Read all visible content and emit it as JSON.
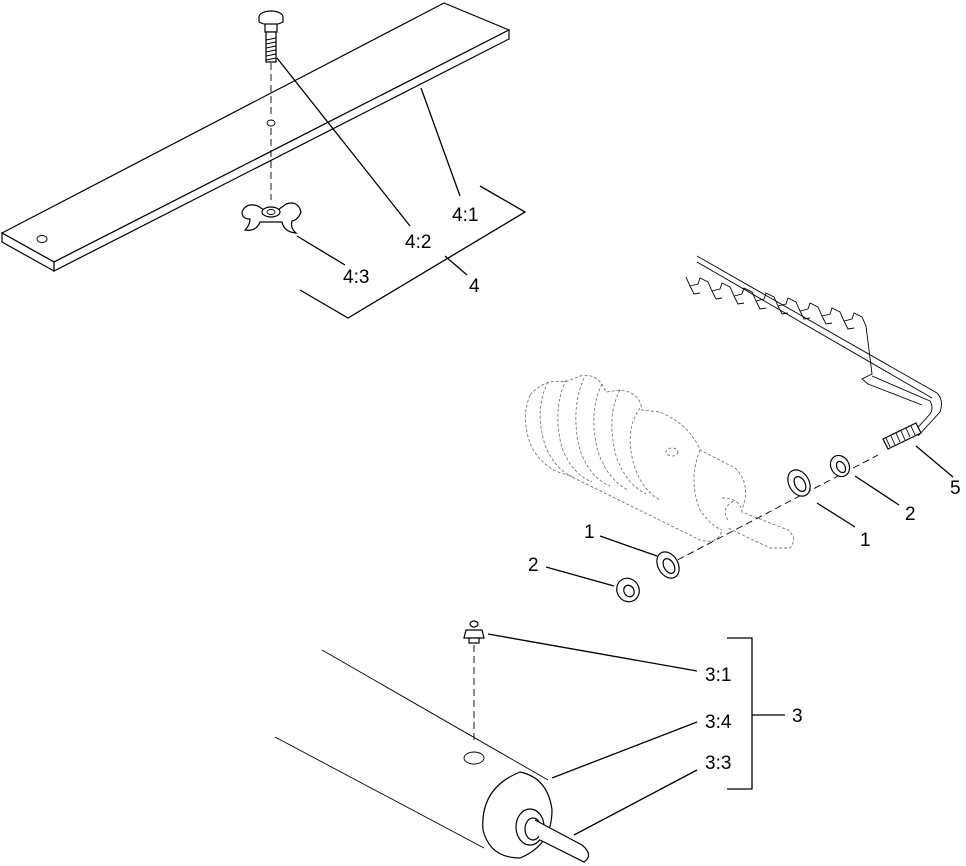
{
  "callouts": {
    "c4_1": "4:1",
    "c4_2": "4:2",
    "c4_3": "4:3",
    "c4": "4",
    "c5": "5",
    "c2_right": "2",
    "c1_right": "1",
    "c1_left": "1",
    "c2_left": "2",
    "c3_1": "3:1",
    "c3_4": "3:4",
    "c3_3": "3:3",
    "c3": "3"
  }
}
